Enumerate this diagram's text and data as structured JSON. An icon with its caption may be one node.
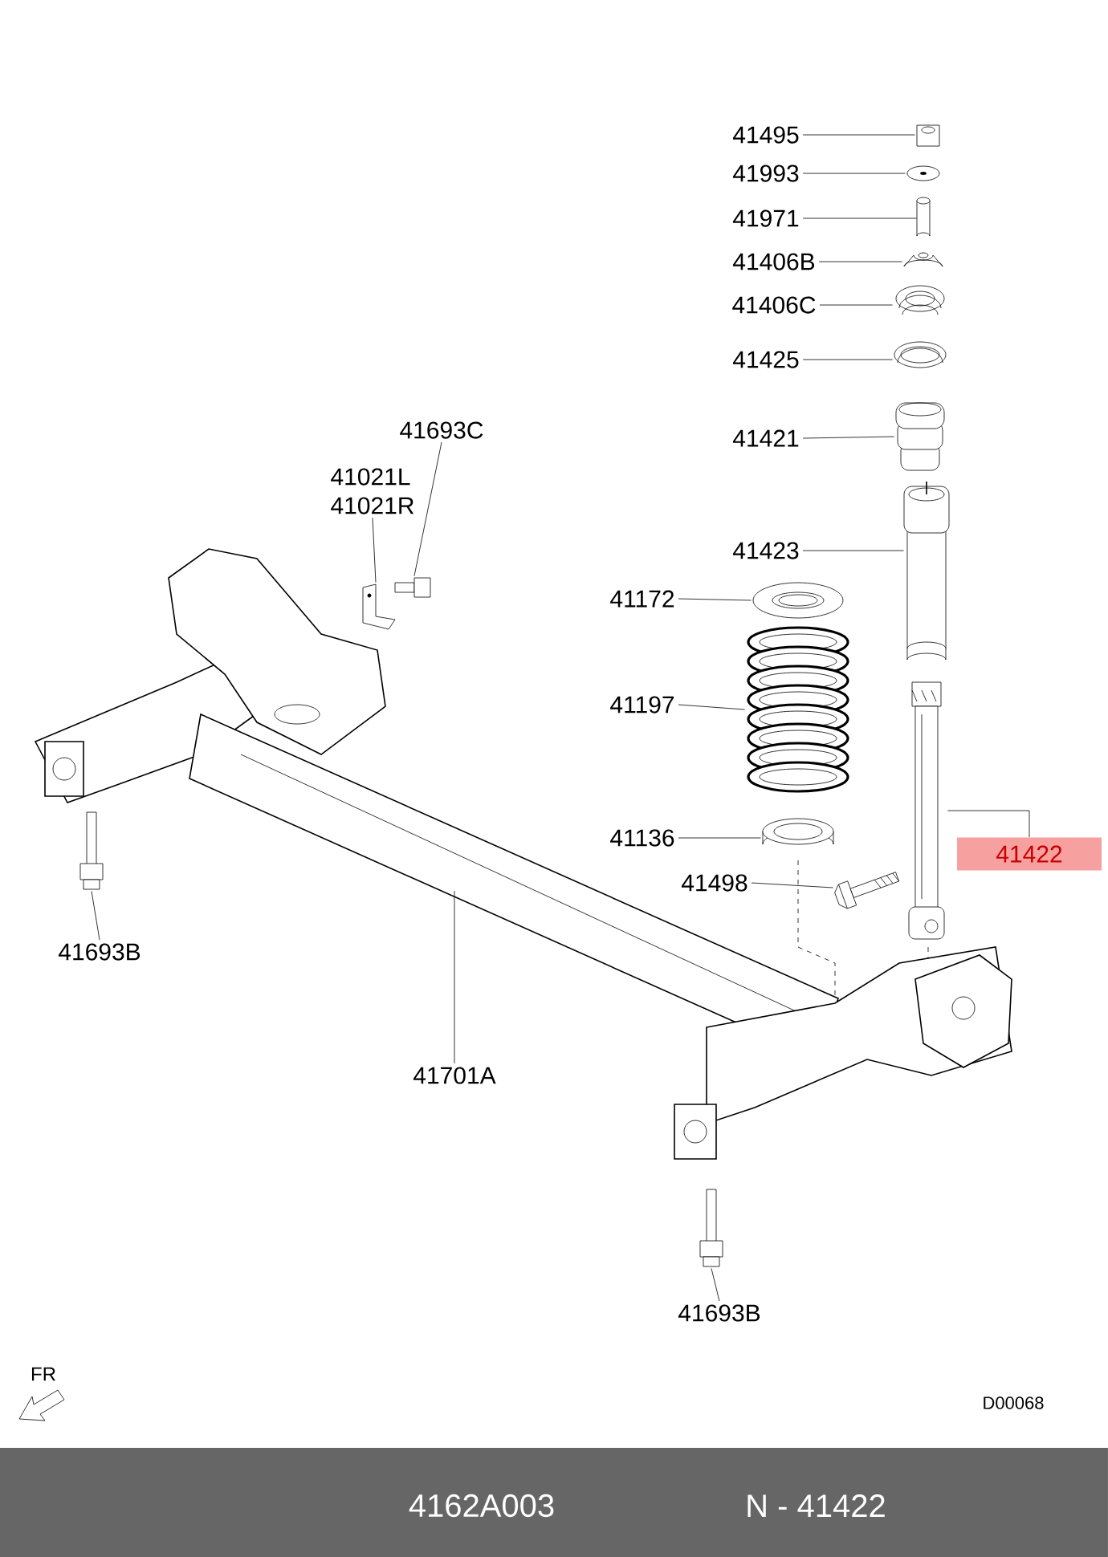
{
  "diagram": {
    "nodes": [
      {
        "text": [
          "41495"
        ]
      },
      {
        "text": [],
        "shape": "picture"
      },
      {
        "text": [
          "41993"
        ]
      },
      {
        "text": [],
        "shape": "picture"
      },
      {
        "text": [
          "41971"
        ]
      },
      {
        "text": [],
        "shape": "cylinder"
      },
      {
        "text": [
          "41406B"
        ]
      },
      {
        "text": [],
        "shape": "picture"
      },
      {
        "text": [
          "41406C"
        ]
      },
      {
        "text": [],
        "shape": "picture"
      },
      {
        "text": [
          "41425"
        ]
      },
      {
        "text": [],
        "shape": "picture"
      },
      {
        "text": [
          "41421"
        ]
      },
      {
        "text": [],
        "shape": "picture"
      },
      {
        "text": [
          "41693C"
        ]
      },
      {
        "text": [],
        "shape": "picture"
      },
      {
        "text": [
          "41021L",
          "41021R"
        ]
      },
      {
        "text": [],
        "shape": "picture"
      },
      {
        "text": [
          "41423"
        ]
      },
      {
        "text": [],
        "shape": "picture"
      },
      {
        "text": [
          "41172"
        ]
      },
      {
        "text": [],
        "shape": "picture"
      },
      {
        "text": [
          "41197"
        ]
      },
      {
        "text": [],
        "shape": "picture"
      },
      {
        "text": [
          "41136"
        ]
      },
      {
        "text": [],
        "shape": "picture"
      },
      {
        "text": [
          "41498"
        ]
      },
      {
        "text": [],
        "shape": "picture"
      },
      {
        "text": [
          "41422"
        ]
      },
      {
        "text": [],
        "shape": "picture"
      },
      {
        "text": [
          "41693B"
        ]
      },
      {
        "text": [],
        "shape": "picture"
      },
      {
        "text": [
          "41701A"
        ]
      },
      {
        "text": [],
        "shape": "picture"
      },
      {
        "text": [
          "41693B"
        ]
      },
      {
        "text": [],
        "shape": "picture"
      }
    ],
    "edges": [
      {
        "from": 0,
        "to": 1,
        "arrow": "none"
      },
      {
        "from": 2,
        "to": 3,
        "arrow": "none"
      },
      {
        "from": 4,
        "to": 5,
        "arrow": "none"
      },
      {
        "from": 6,
        "to": 7,
        "arrow": "none"
      },
      {
        "from": 8,
        "to": 9,
        "arrow": "none"
      },
      {
        "from": 10,
        "to": 11,
        "arrow": "none"
      },
      {
        "from": 12,
        "to": 13,
        "arrow": "none"
      },
      {
        "from": 14,
        "to": 15,
        "arrow": "none"
      },
      {
        "from": 16,
        "to": 17,
        "arrow": "none"
      },
      {
        "from": 18,
        "to": 19,
        "arrow": "none"
      },
      {
        "from": 20,
        "to": 21,
        "arrow": "none"
      },
      {
        "from": 22,
        "to": 23,
        "arrow": "none"
      },
      {
        "from": 24,
        "to": 25,
        "arrow": "none"
      },
      {
        "from": 26,
        "to": 27,
        "arrow": "none"
      },
      {
        "from": 28,
        "to": 29,
        "arrow": "none"
      },
      {
        "from": 30,
        "to": 31,
        "arrow": "none"
      },
      {
        "from": 32,
        "to": 33,
        "arrow": "none"
      },
      {
        "from": 34,
        "to": 35,
        "arrow": "none"
      }
    ],
    "labels": [
      "FR",
      "D00068",
      "4162A003",
      "N - 41422"
    ]
  }
}
